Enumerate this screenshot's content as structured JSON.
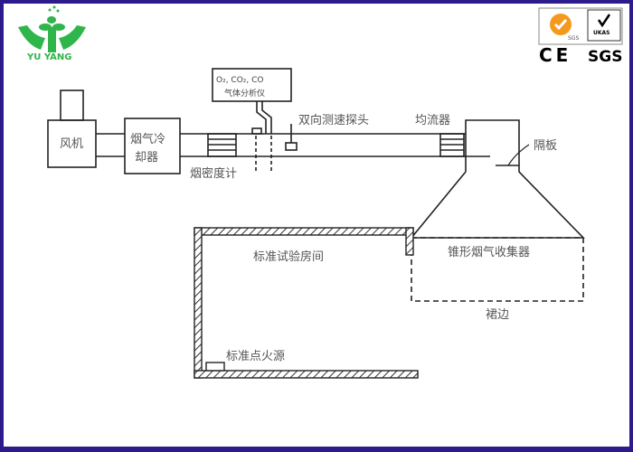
{
  "brand": {
    "name": "YU YANG",
    "color": "#2fb54a"
  },
  "certifications": {
    "badge1": "SGS",
    "badge2": "UKAS",
    "marks": "CE",
    "marks_sgs": "SGS"
  },
  "diagram": {
    "fan": "风机",
    "cooler_line1": "烟气冷",
    "cooler_line2": "却器",
    "smoke_meter": "烟密度计",
    "analyzer_line1": "O₂, CO₂, CO",
    "analyzer_line2": "气体分析仪",
    "probe": "双向测速探头",
    "flow_straightener": "均流器",
    "baffle": "隔板",
    "room": "标准试验房间",
    "collector": "锥形烟气收集器",
    "skirt": "裙边",
    "ignition": "标准点火源"
  }
}
